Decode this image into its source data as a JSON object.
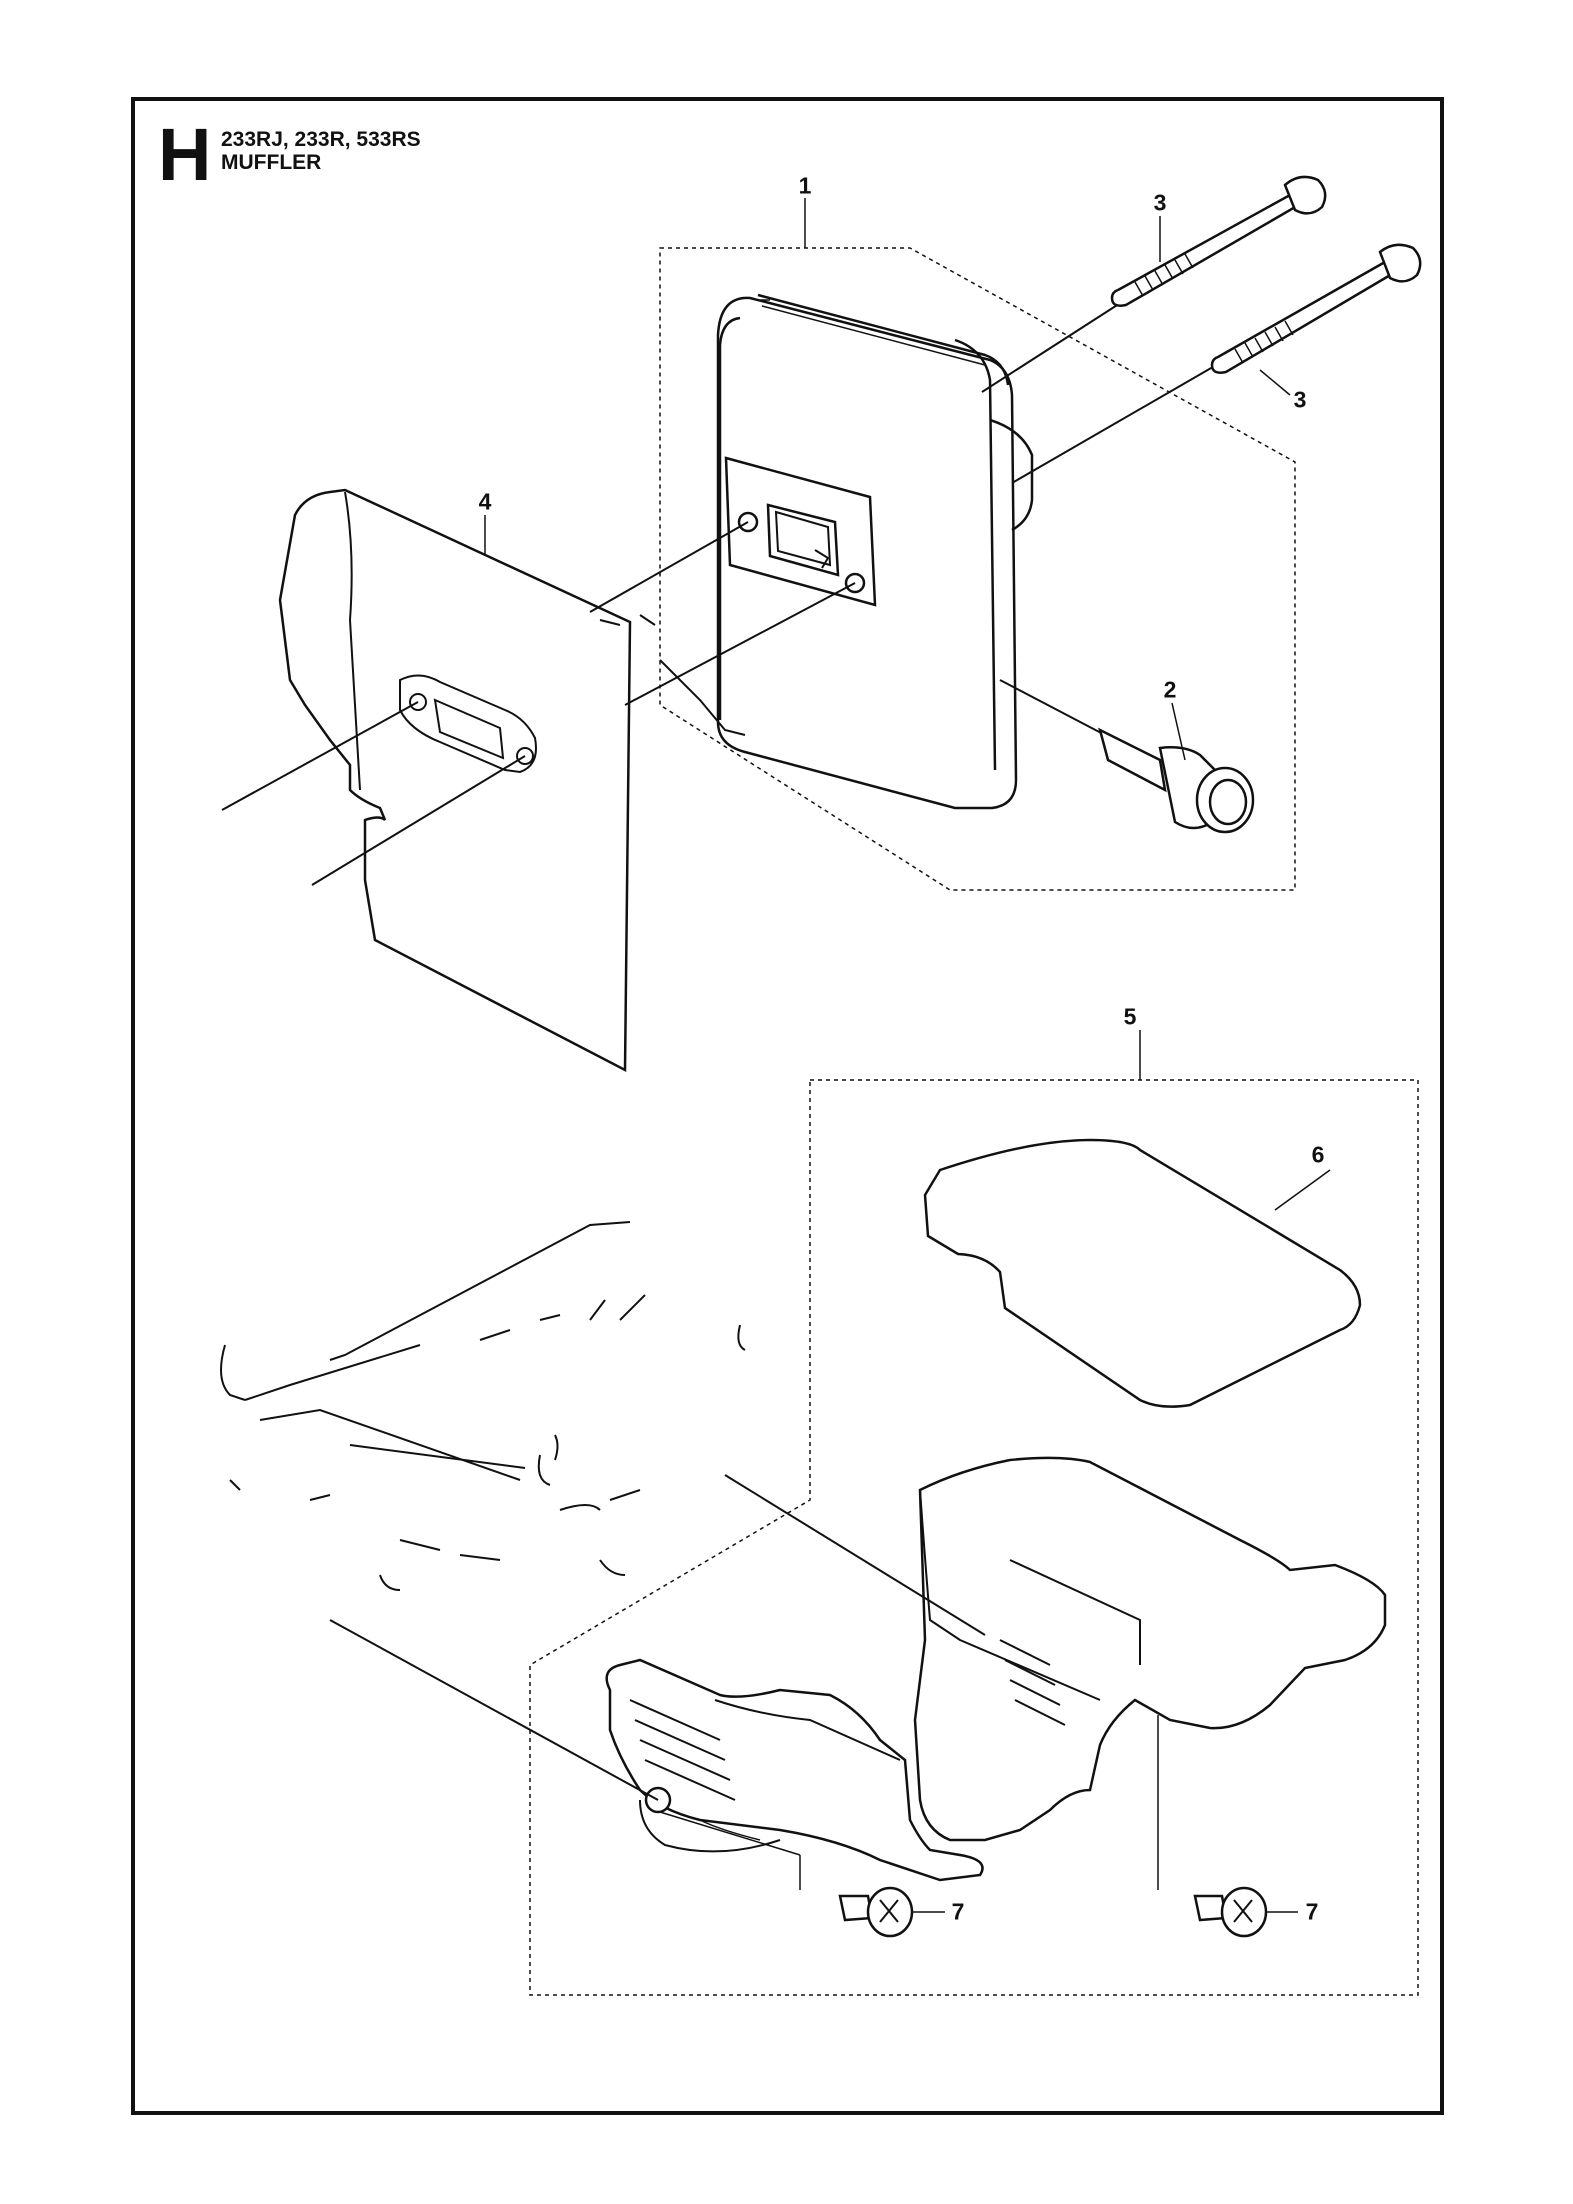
{
  "header": {
    "section_letter": "H",
    "models": "233RJ, 233R, 533RS",
    "title": "MUFFLER"
  },
  "callouts": [
    {
      "id": "c1",
      "label": "1"
    },
    {
      "id": "c3a",
      "label": "3"
    },
    {
      "id": "c3b",
      "label": "3"
    },
    {
      "id": "c4",
      "label": "4"
    },
    {
      "id": "c2",
      "label": "2"
    },
    {
      "id": "c5",
      "label": "5"
    },
    {
      "id": "c6",
      "label": "6"
    },
    {
      "id": "c7a",
      "label": "7"
    },
    {
      "id": "c7b",
      "label": "7"
    }
  ],
  "colors": {
    "line": "#111111",
    "background": "#ffffff"
  }
}
